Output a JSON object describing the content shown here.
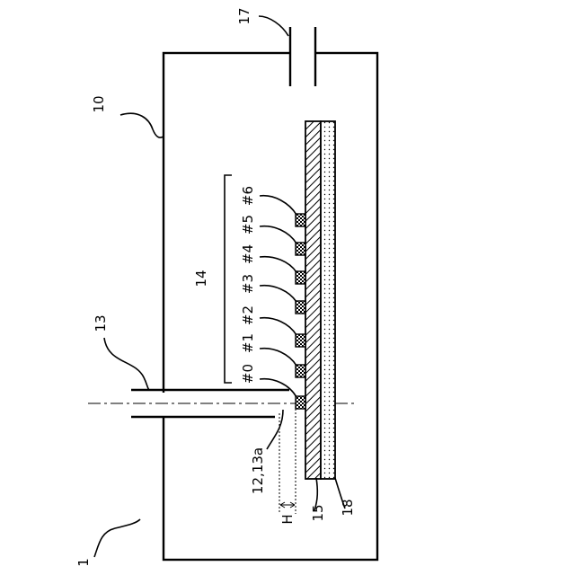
{
  "labels": {
    "apparatus": "1",
    "chamber": "10",
    "nozzle_exit": "12,13a",
    "nozzle": "13",
    "sample_group": "14",
    "substrate": "15",
    "port": "17",
    "holder": "18",
    "gap": "H"
  },
  "samples": [
    "#0",
    "#1",
    "#2",
    "#3",
    "#4",
    "#5",
    "#6"
  ],
  "colors": {
    "line": "#000000",
    "background": "#ffffff"
  }
}
